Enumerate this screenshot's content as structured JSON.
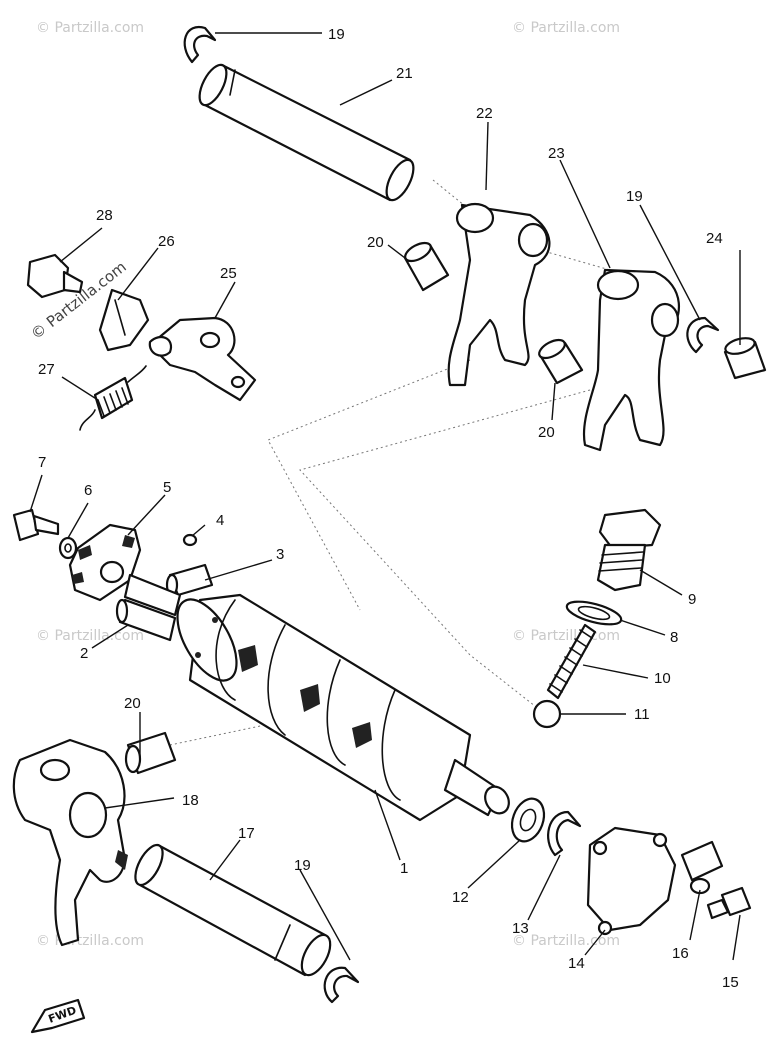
{
  "diagram": {
    "callouts": [
      {
        "id": "c1",
        "label": "1"
      },
      {
        "id": "c2",
        "label": "2"
      },
      {
        "id": "c3",
        "label": "3"
      },
      {
        "id": "c4",
        "label": "4"
      },
      {
        "id": "c5",
        "label": "5"
      },
      {
        "id": "c6",
        "label": "6"
      },
      {
        "id": "c7",
        "label": "7"
      },
      {
        "id": "c8",
        "label": "8"
      },
      {
        "id": "c9",
        "label": "9"
      },
      {
        "id": "c10",
        "label": "10"
      },
      {
        "id": "c11",
        "label": "11"
      },
      {
        "id": "c12",
        "label": "12"
      },
      {
        "id": "c13",
        "label": "13"
      },
      {
        "id": "c14",
        "label": "14"
      },
      {
        "id": "c15",
        "label": "15"
      },
      {
        "id": "c16",
        "label": "16"
      },
      {
        "id": "c17",
        "label": "17"
      },
      {
        "id": "c18",
        "label": "18"
      },
      {
        "id": "c19a",
        "label": "19"
      },
      {
        "id": "c19b",
        "label": "19"
      },
      {
        "id": "c19c",
        "label": "19"
      },
      {
        "id": "c20a",
        "label": "20"
      },
      {
        "id": "c20b",
        "label": "20"
      },
      {
        "id": "c20c",
        "label": "20"
      },
      {
        "id": "c21",
        "label": "21"
      },
      {
        "id": "c22",
        "label": "22"
      },
      {
        "id": "c23",
        "label": "23"
      },
      {
        "id": "c24",
        "label": "24"
      },
      {
        "id": "c25",
        "label": "25"
      },
      {
        "id": "c26",
        "label": "26"
      },
      {
        "id": "c27",
        "label": "27"
      },
      {
        "id": "c28",
        "label": "28"
      }
    ],
    "fwd_label": "FWD",
    "watermark": "© Partzilla.com"
  }
}
